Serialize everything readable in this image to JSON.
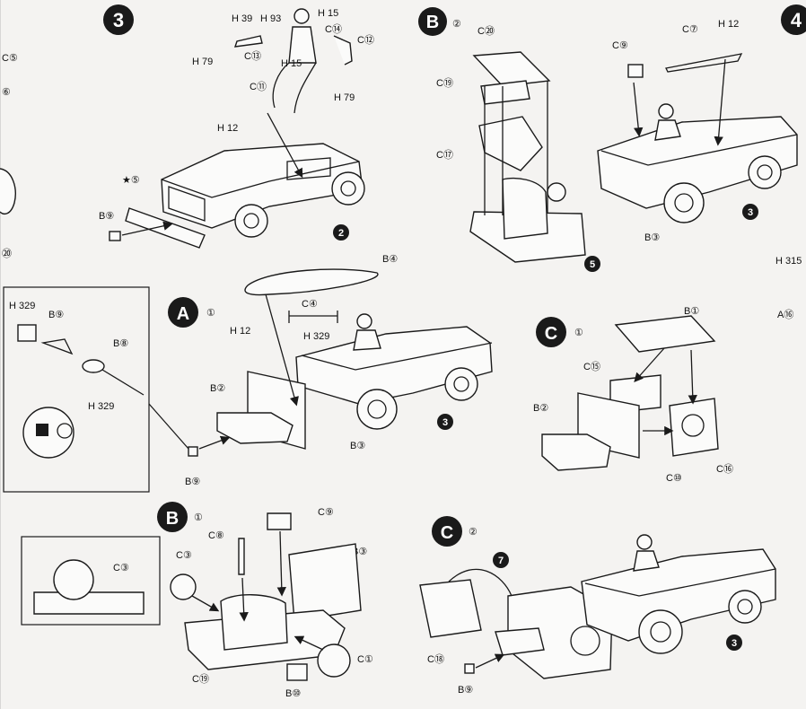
{
  "steps": {
    "s3": "3",
    "s4": "4",
    "p2": "2",
    "p3": "3",
    "p5": "5",
    "p7": "7"
  },
  "section_letters": {
    "B": "B",
    "A": "A",
    "C": "C"
  },
  "callouts": {
    "top_b2": "②",
    "a1": "①",
    "c1": "①",
    "b1": "①",
    "c2": "②"
  },
  "parts": {
    "h39": "H 39",
    "h93": "H 93",
    "h15a": "H 15",
    "c14": "C⑭",
    "c12": "C⑫",
    "h79a": "H 79",
    "c13": "C⑬",
    "h15b": "H 15",
    "c11": "C⑪",
    "h79b": "H 79",
    "h12a": "H 12",
    "star5": "★⑤",
    "b9a": "B⑨",
    "c5": "C⑤",
    "c6": "⑥",
    "c21": "⑳",
    "c20": "C⑳",
    "c19": "C⑲",
    "c17": "C⑰",
    "c9a": "C⑨",
    "c7": "C⑦",
    "h12b": "H 12",
    "b3a": "B③",
    "b4": "B④",
    "c4": "C④",
    "h329a": "H 329",
    "h12c": "H 12",
    "b2a": "B②",
    "b3b": "B③",
    "b9b": "B⑨",
    "h329b": "H 329",
    "b9c": "B⑨",
    "b8": "B⑧",
    "h329c": "H 329",
    "b1": "B①",
    "c15": "C⑮",
    "b2b": "B②",
    "c10": "C⑩",
    "c16": "C⑯",
    "c8": "C⑧",
    "c9b": "C⑨",
    "b3c": "B③",
    "c3a": "C③",
    "c3b": "C③",
    "c23": "C⑲",
    "b10": "B⑩",
    "c1": "C①",
    "c18": "C⑱",
    "b9d": "B⑨",
    "h315": "H 315",
    "a16": "A⑯"
  }
}
